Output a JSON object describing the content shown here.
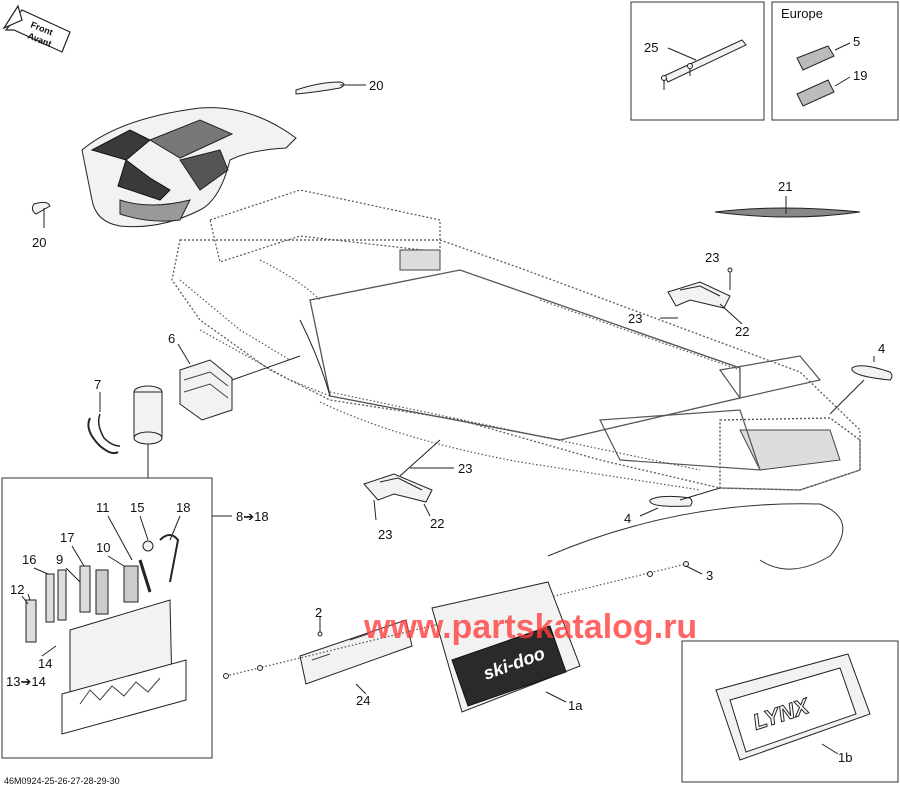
{
  "diagram_id": "46M0924-25-26-27-28-29-30",
  "direction_label": {
    "line1": "Front",
    "line2": "Avant"
  },
  "europe_label": "Europe",
  "watermark": "www.partskatalog.ru",
  "brand_skidoo": "ski-doo",
  "brand_lynx": "LYNX",
  "callouts": {
    "c20a": "20",
    "c20b": "20",
    "c25": "25",
    "c5": "5",
    "c19": "19",
    "c21": "21",
    "c23a": "23",
    "c23b": "23",
    "c23c": "23",
    "c23d": "23",
    "c22a": "22",
    "c22b": "22",
    "c4a": "4",
    "c4b": "4",
    "c6": "6",
    "c7": "7",
    "c8_18": "8➔18",
    "c11": "11",
    "c15": "15",
    "c18": "18",
    "c17": "17",
    "c10": "10",
    "c16": "16",
    "c9": "9",
    "c12": "12",
    "c14": "14",
    "c13_14": "13➔14",
    "c2": "2",
    "c3": "3",
    "c24": "24",
    "c1a": "1a",
    "c1b": "1b"
  }
}
